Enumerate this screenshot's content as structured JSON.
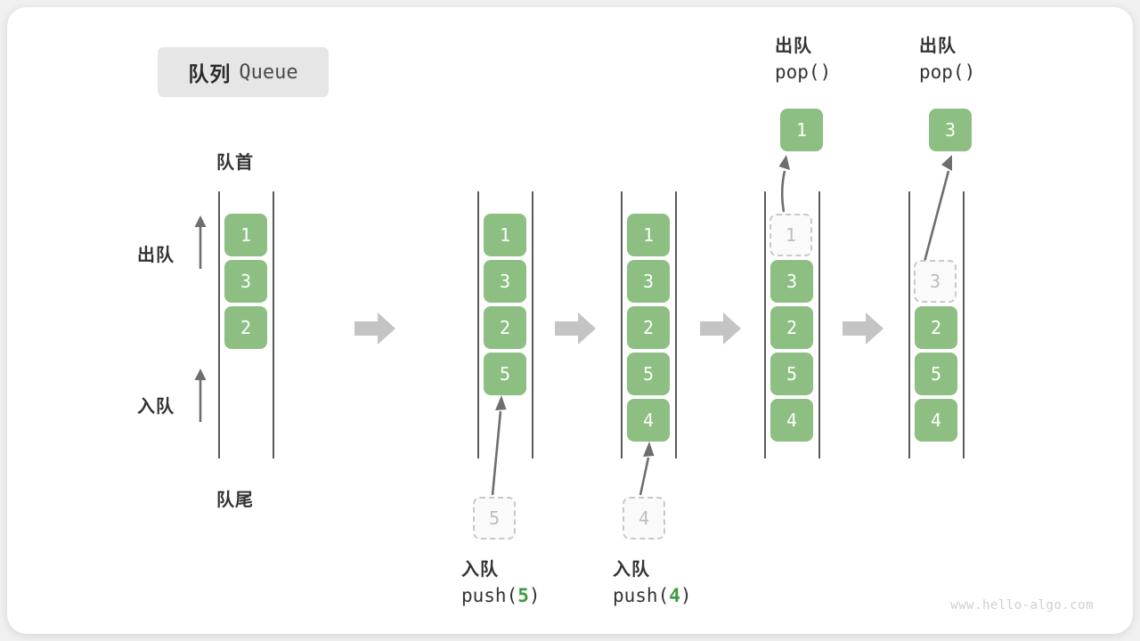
{
  "title": {
    "cn": "队列",
    "en": "Queue"
  },
  "labels": {
    "head": "队首",
    "tail": "队尾",
    "dequeue": "出队",
    "enqueue": "入队"
  },
  "watermark": "www.hello-algo.com",
  "colors": {
    "tile_fill": "#8cbf81",
    "tile_text": "#ffffff",
    "ghost_fill": "#fafafa",
    "ghost_border": "#c8c8c8",
    "ghost_text": "#bdbdbd",
    "rail": "#5a5a5a",
    "block_arrow": "#c4c4c4",
    "thin_arrow": "#6e6e6e",
    "accent_green": "#3d9a42",
    "badge_bg": "#e6e6e6",
    "card_bg": "#ffffff",
    "page_bg": "#f0f0f0"
  },
  "stages": [
    {
      "id": "initial",
      "caption_cn": "",
      "caption_code": "",
      "items": [
        {
          "value": "1",
          "state": "solid"
        },
        {
          "value": "3",
          "state": "solid"
        },
        {
          "value": "2",
          "state": "solid"
        }
      ],
      "incoming": null,
      "popped": null
    },
    {
      "id": "push-5",
      "caption_cn": "入队",
      "caption_code_prefix": "push(",
      "caption_code_arg": "5",
      "caption_code_suffix": ")",
      "items": [
        {
          "value": "1",
          "state": "solid"
        },
        {
          "value": "3",
          "state": "solid"
        },
        {
          "value": "2",
          "state": "solid"
        },
        {
          "value": "5",
          "state": "solid"
        }
      ],
      "incoming": {
        "value": "5",
        "state": "ghost"
      },
      "popped": null
    },
    {
      "id": "push-4",
      "caption_cn": "入队",
      "caption_code_prefix": "push(",
      "caption_code_arg": "4",
      "caption_code_suffix": ")",
      "items": [
        {
          "value": "1",
          "state": "solid"
        },
        {
          "value": "3",
          "state": "solid"
        },
        {
          "value": "2",
          "state": "solid"
        },
        {
          "value": "5",
          "state": "solid"
        },
        {
          "value": "4",
          "state": "solid"
        }
      ],
      "incoming": {
        "value": "4",
        "state": "ghost"
      },
      "popped": null
    },
    {
      "id": "pop-1",
      "caption_cn": "出队",
      "caption_code_prefix": "pop(",
      "caption_code_arg": "",
      "caption_code_suffix": ")",
      "items": [
        {
          "value": "1",
          "state": "ghost"
        },
        {
          "value": "3",
          "state": "solid"
        },
        {
          "value": "2",
          "state": "solid"
        },
        {
          "value": "5",
          "state": "solid"
        },
        {
          "value": "4",
          "state": "solid"
        }
      ],
      "incoming": null,
      "popped": {
        "value": "1",
        "state": "solid"
      }
    },
    {
      "id": "pop-3",
      "caption_cn": "出队",
      "caption_code_prefix": "pop(",
      "caption_code_arg": "",
      "caption_code_suffix": ")",
      "items": [
        {
          "value": "",
          "state": "empty"
        },
        {
          "value": "3",
          "state": "ghost"
        },
        {
          "value": "2",
          "state": "solid"
        },
        {
          "value": "5",
          "state": "solid"
        },
        {
          "value": "4",
          "state": "solid"
        }
      ],
      "incoming": null,
      "popped": {
        "value": "3",
        "state": "solid"
      }
    }
  ]
}
